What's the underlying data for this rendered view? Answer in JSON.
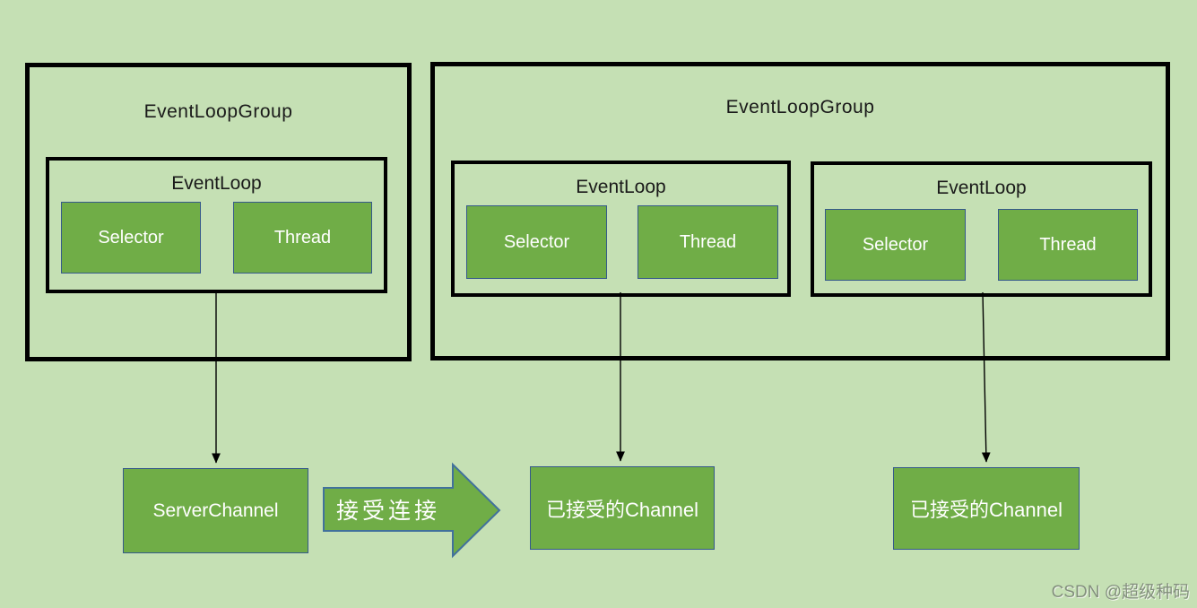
{
  "colors": {
    "background": "#c5e0b4",
    "shape_fill": "#70ad47",
    "shape_border": "#35598b",
    "arrow_border": "#41719c",
    "container_border": "#000000",
    "shape_text": "#ffffff",
    "label_text": "#1a1a1a"
  },
  "groups": [
    {
      "title": "EventLoopGroup",
      "loops": [
        {
          "title": "EventLoop",
          "selector_label": "Selector",
          "thread_label": "Thread"
        }
      ]
    },
    {
      "title": "EventLoopGroup",
      "loops": [
        {
          "title": "EventLoop",
          "selector_label": "Selector",
          "thread_label": "Thread"
        },
        {
          "title": "EventLoop",
          "selector_label": "Selector",
          "thread_label": "Thread"
        }
      ]
    }
  ],
  "channels": {
    "server_channel_label": "ServerChannel",
    "accepted_channel_left_label": "已接受的Channel",
    "accepted_channel_right_label": "已接受的Channel"
  },
  "flow_arrow": {
    "label": "接受连接"
  },
  "watermark": "CSDN @超级种码"
}
